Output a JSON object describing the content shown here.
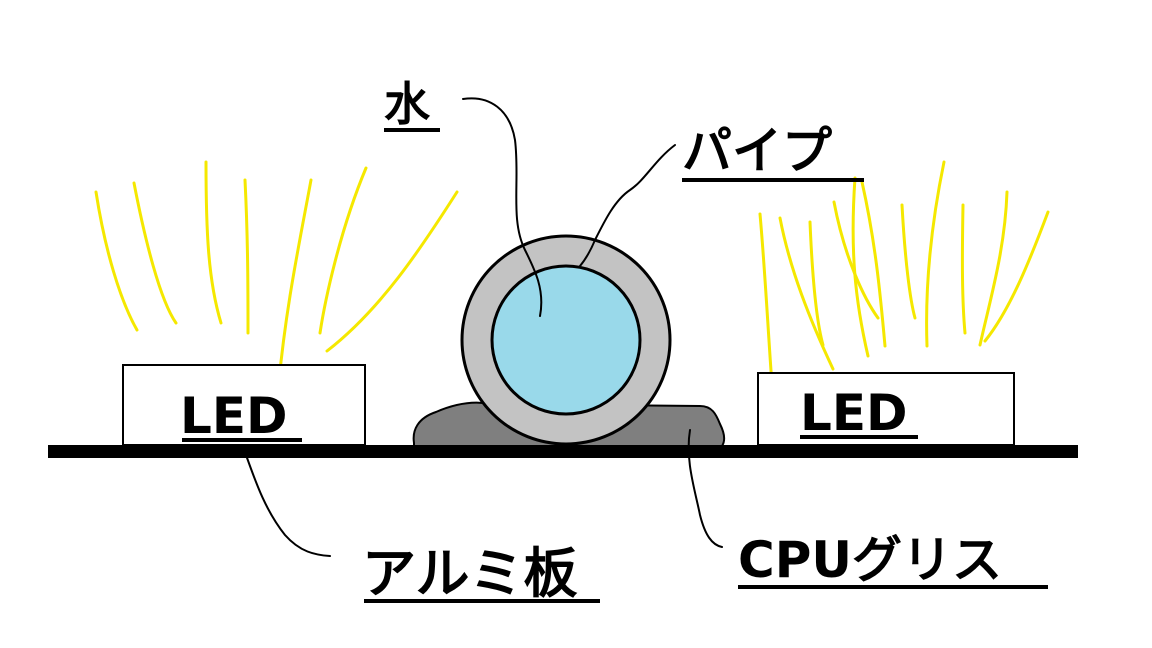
{
  "labels": {
    "water": "水",
    "pipe": "パイプ",
    "led_left": "LED",
    "led_right": "LED",
    "aluminum_plate": "アルミ板",
    "cpu_grease": "CPUグリス"
  },
  "colors": {
    "background": "#ffffff",
    "light_rays": "#f5e800",
    "pipe_wall": "#c3c3c3",
    "water": "#99d9ea",
    "grease": "#7f7f7f",
    "plate": "#000000",
    "outline": "#000000"
  }
}
